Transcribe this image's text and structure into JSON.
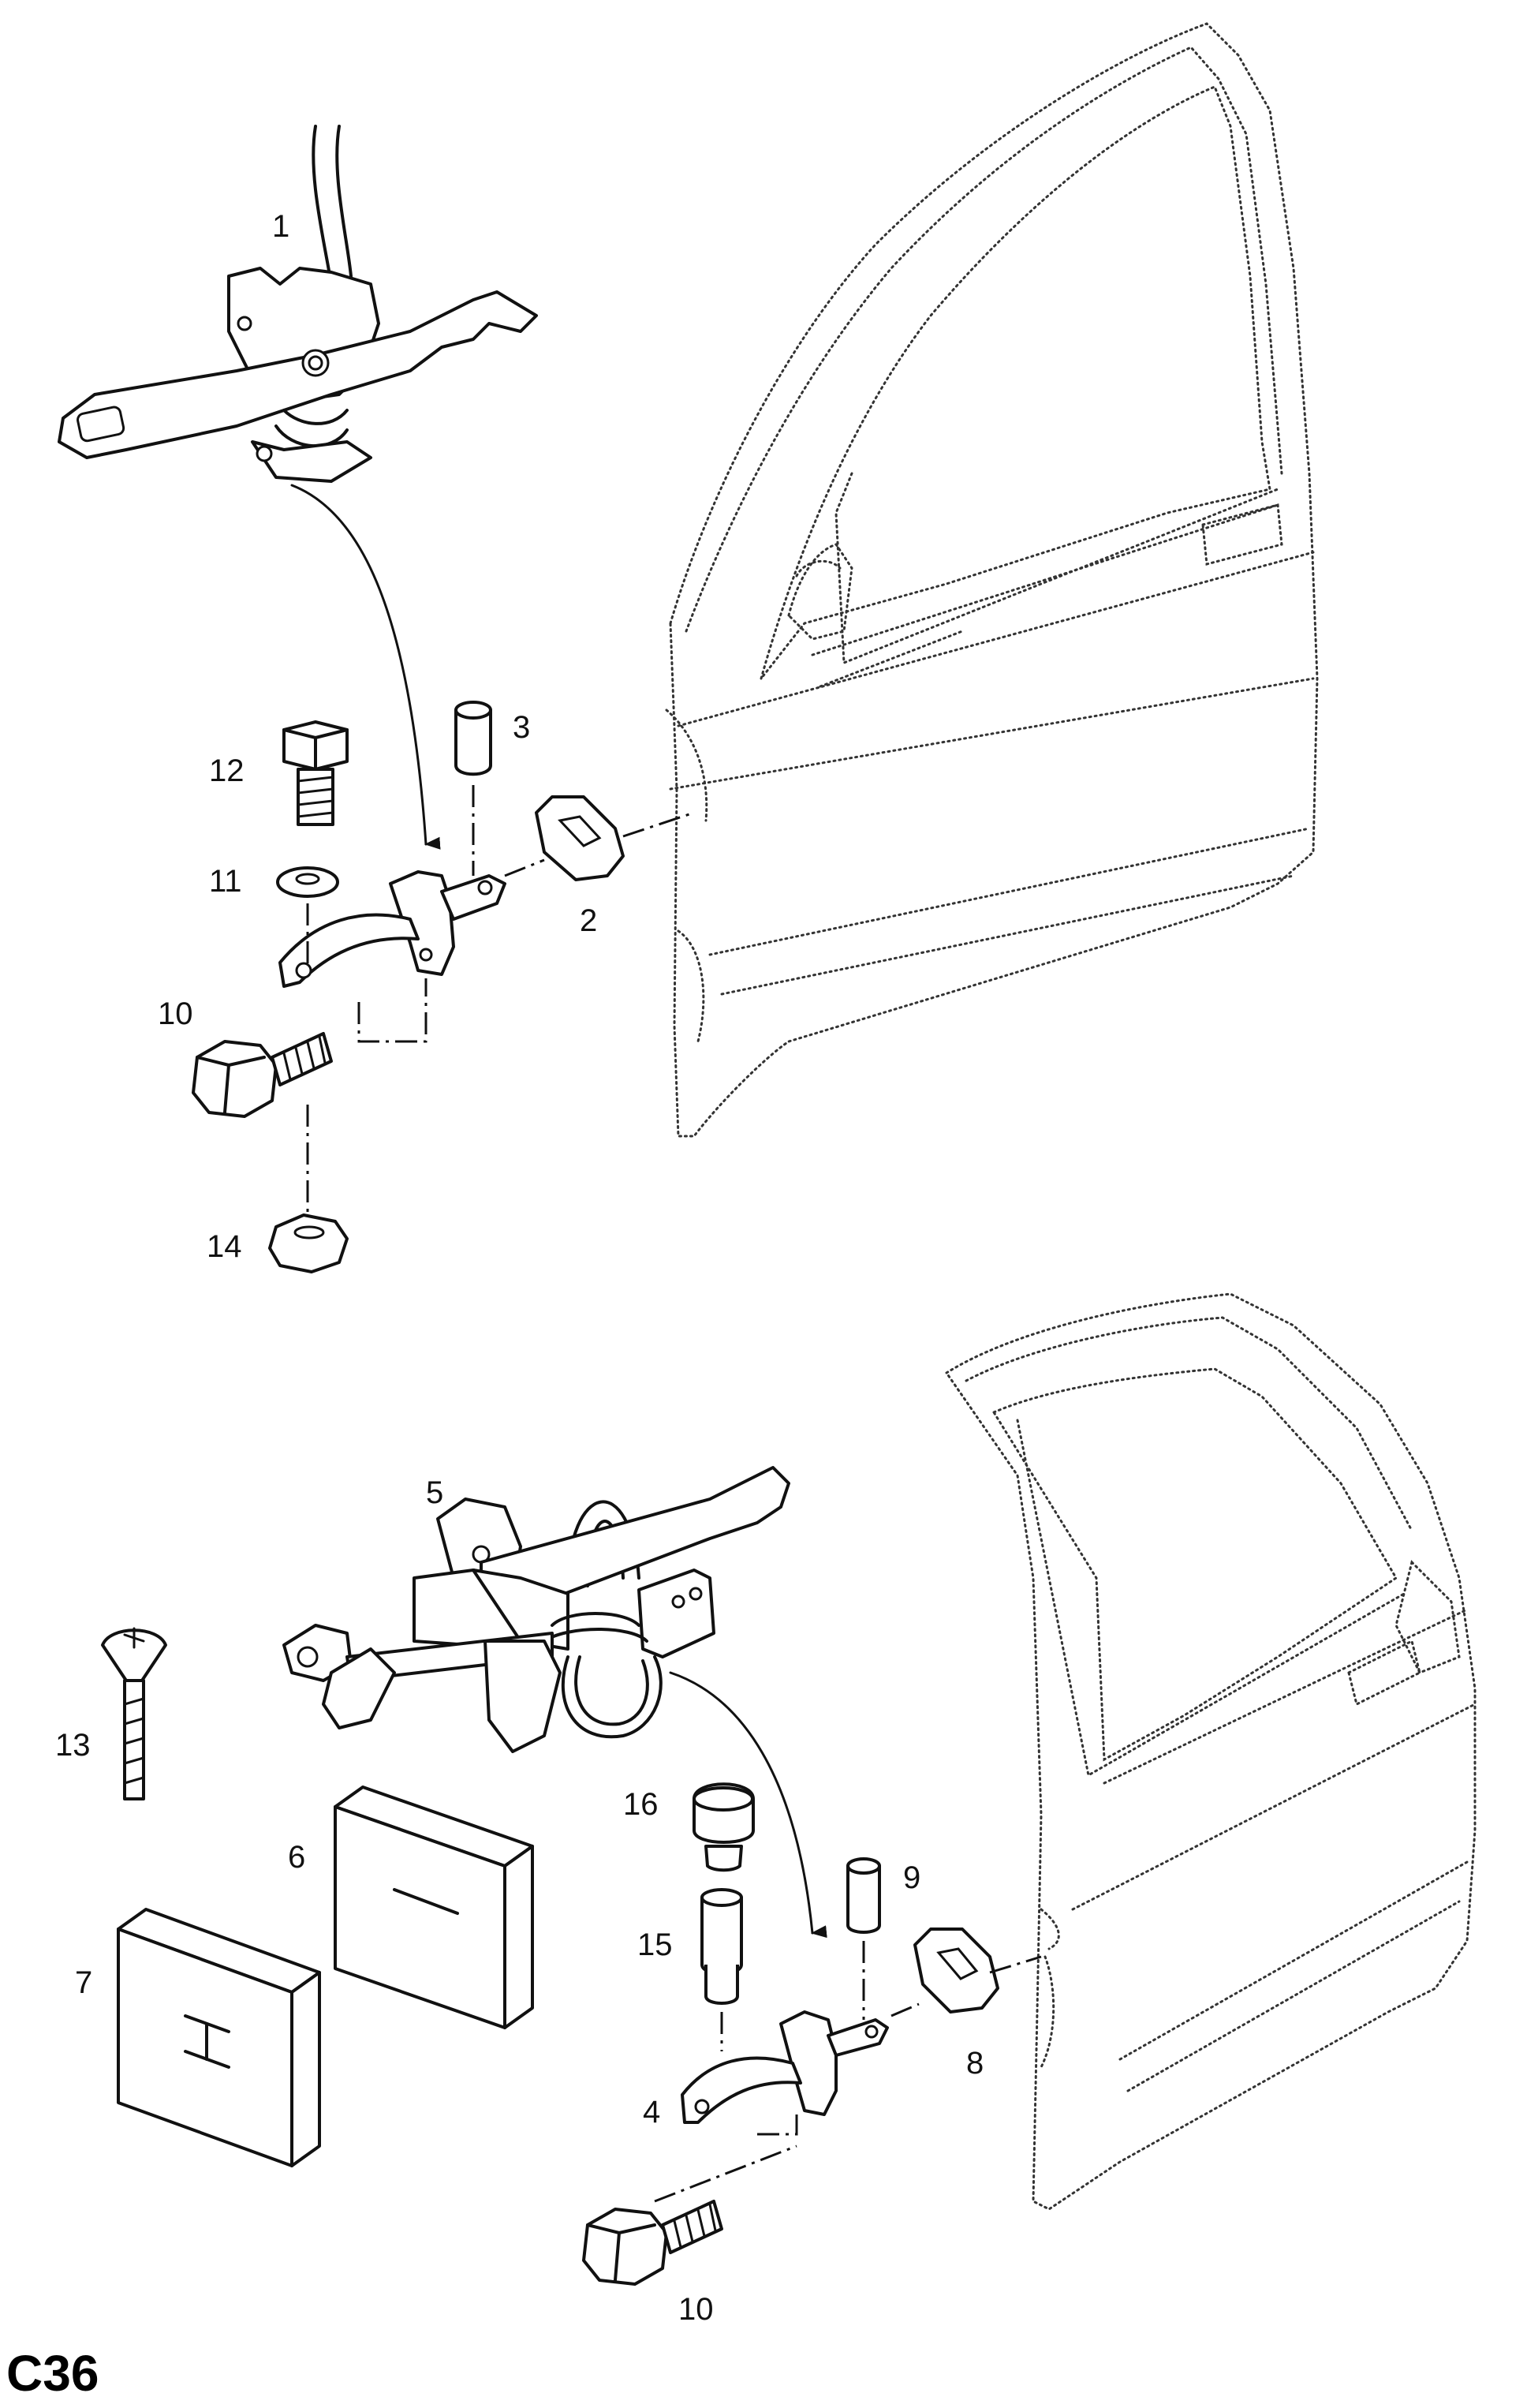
{
  "diagram": {
    "code": "C36",
    "callouts": {
      "c1": "1",
      "c2": "2",
      "c3": "3",
      "c4": "4",
      "c5": "5",
      "c6": "6",
      "c7": "7",
      "c8": "8",
      "c9": "9",
      "c10a": "10",
      "c10b": "10",
      "c11": "11",
      "c12": "12",
      "c13": "13",
      "c14": "14",
      "c15": "15",
      "c16": "16"
    }
  }
}
